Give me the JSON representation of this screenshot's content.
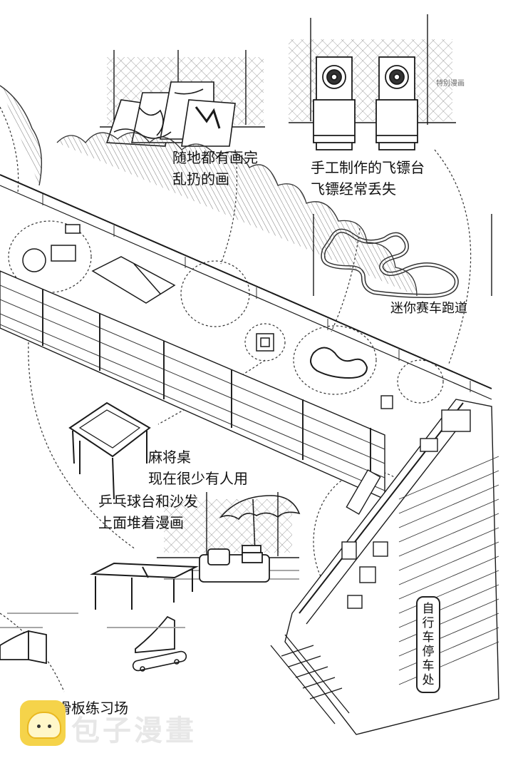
{
  "labels": {
    "paintings": [
      "随地都有画完",
      "乱扔的画"
    ],
    "darts": [
      "手工制作的飞镖台",
      "飞镖经常丢失"
    ],
    "race_track": "迷你赛车跑道",
    "mahjong": [
      "麻将桌",
      "现在很少有人用"
    ],
    "pingpong": [
      "乒乓球台和沙发",
      "上面堆着漫画"
    ],
    "bicycle": [
      "自",
      "行",
      "车",
      "停",
      "车",
      "处"
    ],
    "skate": "滑板练习场"
  },
  "credit": "特别漫画",
  "watermark": {
    "brand": "包子漫畫",
    "logo_icon": "bun-mascot-icon"
  }
}
